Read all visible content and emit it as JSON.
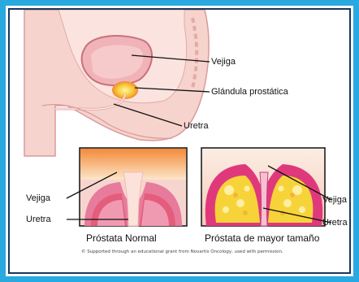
{
  "labels": {
    "vejiga_top": "Vejiga",
    "glandula": "Glándula prostática",
    "uretra_top": "Uretra",
    "vejiga_left": "Vejiga",
    "uretra_left": "Uretra",
    "vejiga_right": "Vejiga",
    "uretra_right": "Uretra"
  },
  "captions": {
    "normal": "Próstata Normal",
    "enlarged": "Próstata de mayor tamaño"
  },
  "credit": "© Supported through an educational grant from Novartis Oncology, used with permission.",
  "colors": {
    "frame_outer": "#29a9e0",
    "frame_inner": "#17375e",
    "body_skin": "#f6d3cd",
    "tissue_pink": "#e77b9b",
    "prostate_yellow": "#f7d33a",
    "gland_orange": "#f49a2d"
  }
}
